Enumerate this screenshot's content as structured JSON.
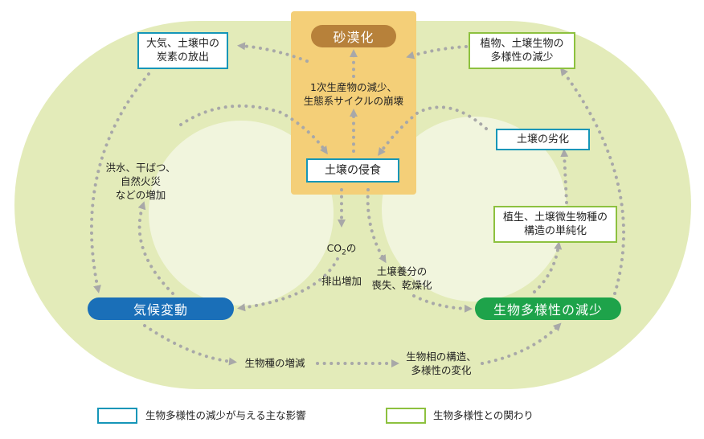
{
  "colors": {
    "background_oval": "#e3ebb9",
    "inner_light": "#f1f5dd",
    "center_panel": "#f4cf78",
    "desertification": "#b7813a",
    "climate": "#1a6fb8",
    "biodiversity": "#1ea34a",
    "teal_border": "#1596b8",
    "green_border": "#8dc13f",
    "arrow_gray": "#a8a8a8"
  },
  "nodes": {
    "desertification": "砂漠化",
    "soil_erosion": "土壌の侵食",
    "climate_change": "気候変動",
    "biodiversity_loss": "生物多様性の減少",
    "carbon_release": "大気、土壌中の\n炭素の放出",
    "plant_diversity": "植物、土壌生物の\n多様性の減少",
    "soil_degradation": "土壌の劣化",
    "simplification": "植生、土壌微生物種の\n構造の単純化"
  },
  "labels": {
    "primary_production": "1次生産物の減少、\n生態系サイクルの崩壊",
    "disasters": "洪水、干ばつ、\n自然火災\nなどの増加",
    "co2_prefix": "CO",
    "co2_sub": "2",
    "co2_suffix": "の",
    "co2_line2": "排出増加",
    "nutrient_loss": "土壌養分の\n喪失、乾燥化",
    "species_change": "生物種の増減",
    "community_change": "生物相の構造、\n多様性の変化"
  },
  "legend": {
    "teal_label": "生物多様性の減少が与える主な影響",
    "green_label": "生物多様性との関わり"
  }
}
